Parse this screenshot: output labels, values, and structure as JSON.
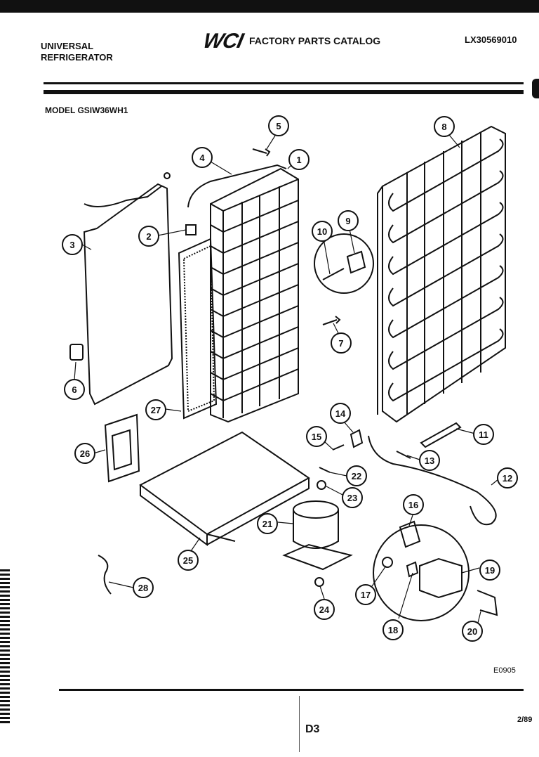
{
  "header": {
    "brand": "UNIVERSAL",
    "product": "REFRIGERATOR",
    "logo": "WCI",
    "catalog_title": "FACTORY PARTS CATALOG",
    "catalog_code": "LX30569010"
  },
  "model": "MODEL GSIW36WH1",
  "callouts": [
    "1",
    "2",
    "3",
    "4",
    "5",
    "6",
    "7",
    "8",
    "9",
    "10",
    "11",
    "12",
    "13",
    "14",
    "15",
    "16",
    "17",
    "18",
    "19",
    "20",
    "21",
    "22",
    "23",
    "24",
    "25",
    "26",
    "27",
    "28"
  ],
  "footer": {
    "diagram_code": "E0905",
    "page_id": "D3",
    "date": "2/89"
  }
}
